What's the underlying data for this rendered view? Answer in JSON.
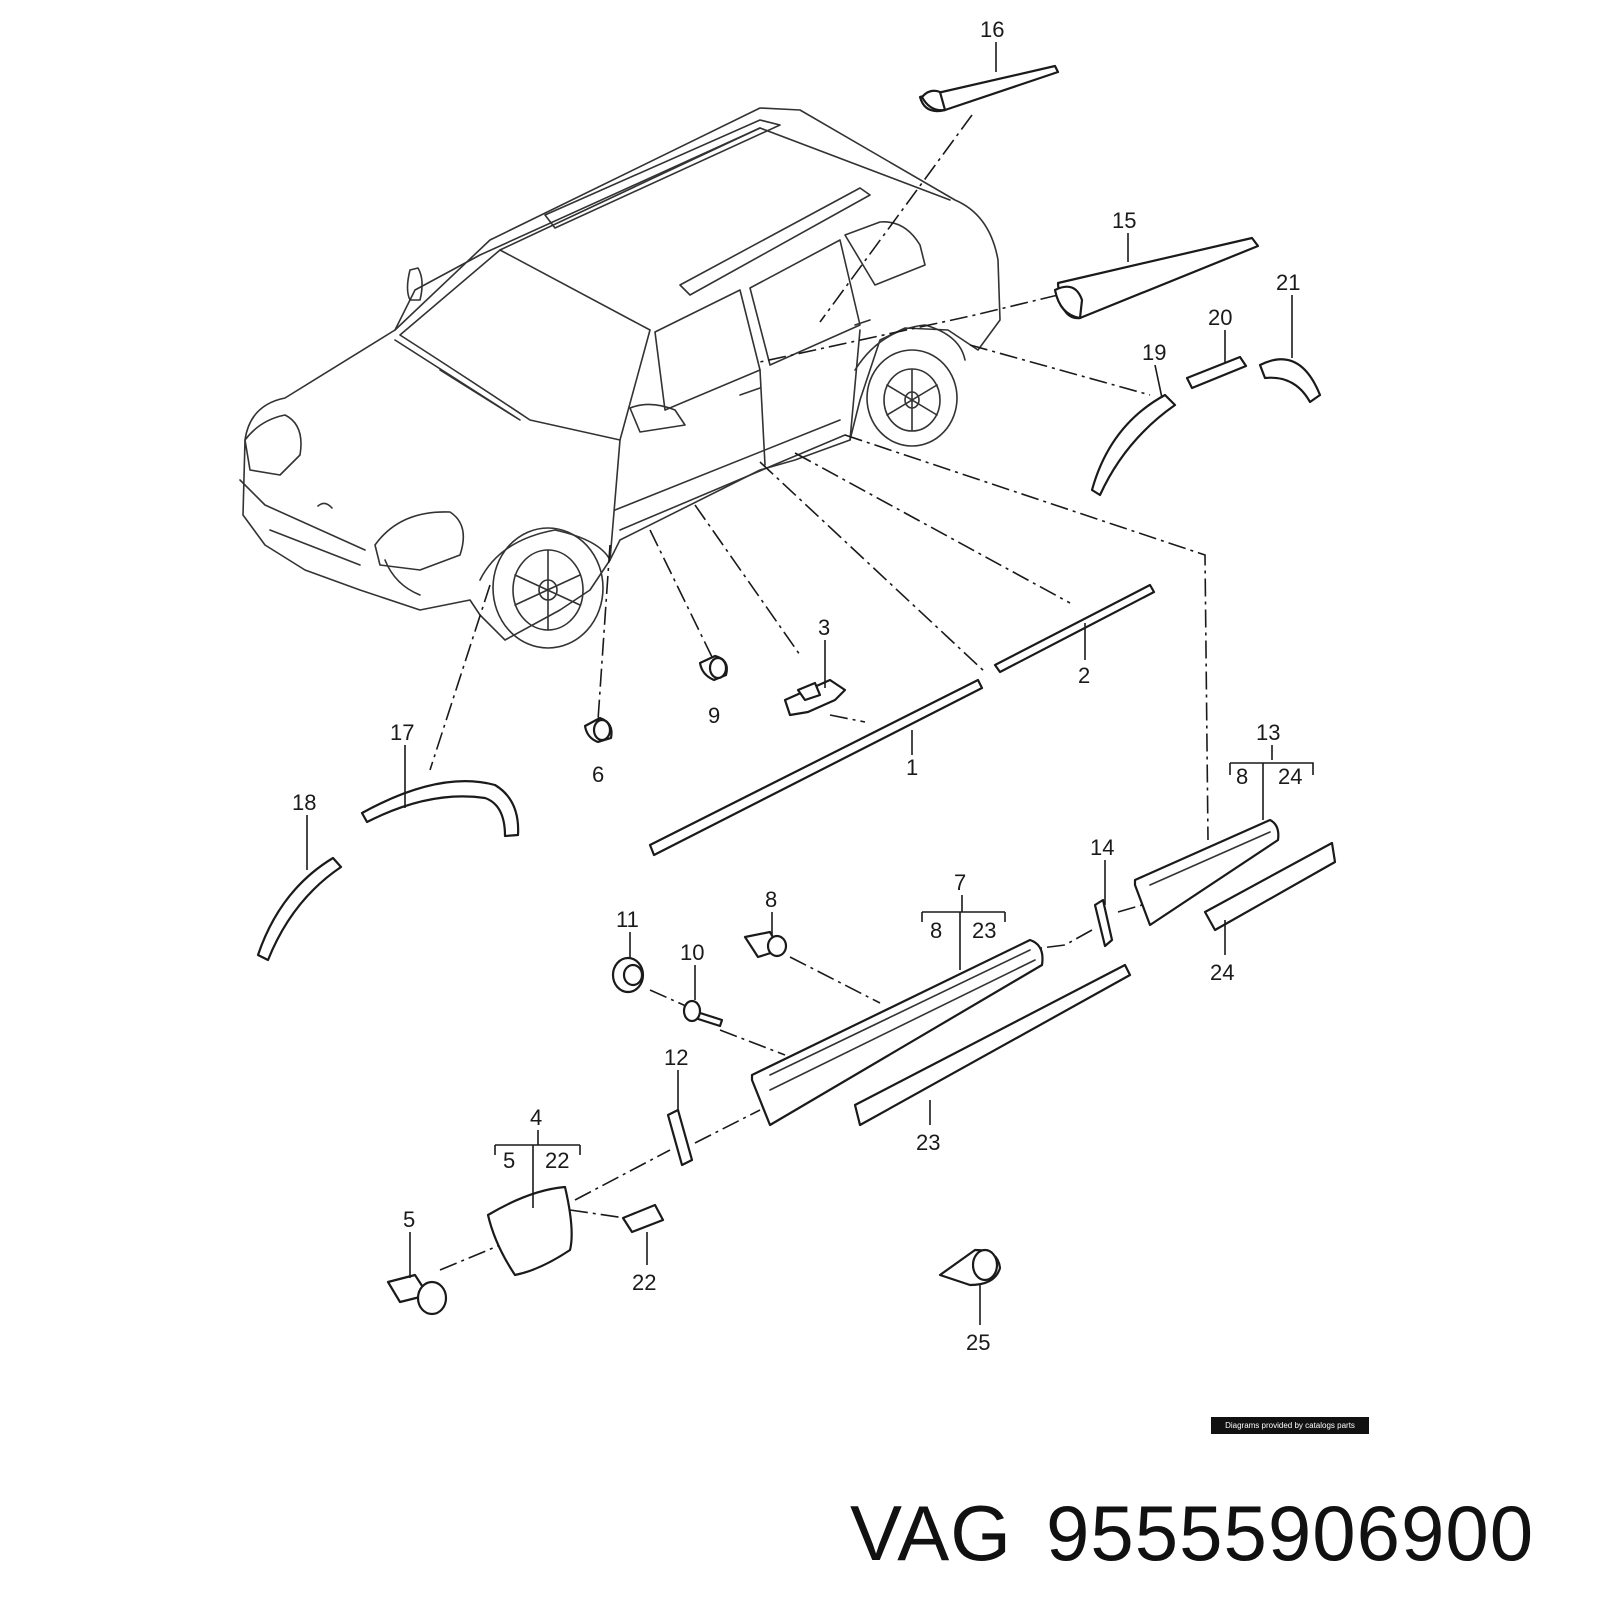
{
  "callouts": [
    {
      "id": "1",
      "label": "1"
    },
    {
      "id": "2",
      "label": "2"
    },
    {
      "id": "3",
      "label": "3"
    },
    {
      "id": "4",
      "label": "4"
    },
    {
      "id": "5",
      "label": "5"
    },
    {
      "id": "6",
      "label": "6"
    },
    {
      "id": "7",
      "label": "7"
    },
    {
      "id": "8",
      "label": "8"
    },
    {
      "id": "9",
      "label": "9"
    },
    {
      "id": "10",
      "label": "10"
    },
    {
      "id": "11",
      "label": "11"
    },
    {
      "id": "12",
      "label": "12"
    },
    {
      "id": "13",
      "label": "13"
    },
    {
      "id": "14",
      "label": "14"
    },
    {
      "id": "15",
      "label": "15"
    },
    {
      "id": "16",
      "label": "16"
    },
    {
      "id": "17",
      "label": "17"
    },
    {
      "id": "18",
      "label": "18"
    },
    {
      "id": "19",
      "label": "19"
    },
    {
      "id": "20",
      "label": "20"
    },
    {
      "id": "21",
      "label": "21"
    },
    {
      "id": "22",
      "label": "22"
    },
    {
      "id": "23",
      "label": "23"
    },
    {
      "id": "24",
      "label": "24"
    },
    {
      "id": "25",
      "label": "25"
    }
  ],
  "sub_callouts": {
    "group4": [
      "5",
      "22"
    ],
    "group7": [
      "8",
      "23"
    ],
    "group13": [
      "8",
      "24"
    ]
  },
  "credit": "Diagrams provided by catalogs parts",
  "brand": {
    "maker": "VAG",
    "part_number": "95555906900"
  }
}
